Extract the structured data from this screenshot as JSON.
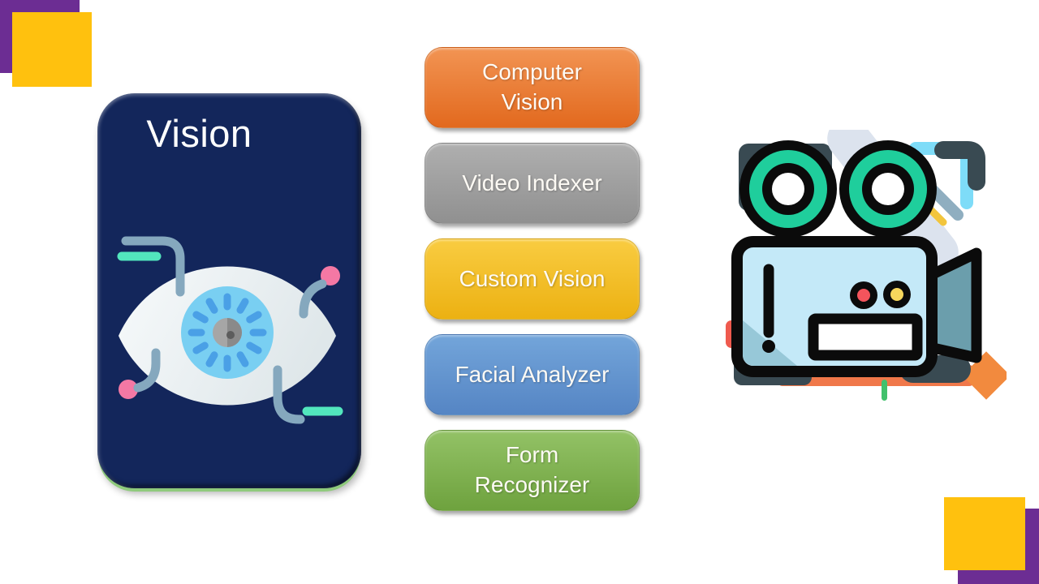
{
  "slide": {
    "background": "#FFFFFF",
    "corner_accents": {
      "purple": "#6C2D93",
      "yellow": "#FFC10E"
    }
  },
  "vision_card": {
    "title": "Vision",
    "background": "#13265B",
    "rim_color": "#8FCA7C",
    "title_color": "#FFFFFF"
  },
  "services": [
    {
      "label": "Computer\nVision",
      "color_top": "#F29453",
      "color_bottom": "#E2691E"
    },
    {
      "label": "Video Indexer",
      "color_top": "#AFAFAF",
      "color_bottom": "#909090"
    },
    {
      "label": "Custom Vision",
      "color_top": "#F9CC41",
      "color_bottom": "#ECB112"
    },
    {
      "label": "Facial Analyzer",
      "color_top": "#73A5DA",
      "color_bottom": "#5585C4"
    },
    {
      "label": "Form\nRecognizer",
      "color_top": "#93C266",
      "color_bottom": "#6EA23E"
    }
  ],
  "illustrations": {
    "eye_scan": {
      "name": "eye-scan-illustration",
      "colors": {
        "iris": "#79CFF2",
        "dashes": "#4AA0E6",
        "pupil": "#A6A6A6",
        "bracket": "#85A8BE",
        "mint": "#52E6BD",
        "pink": "#F478A4"
      }
    },
    "video_camera": {
      "name": "video-camera-illustration",
      "colors": {
        "outline": "#0B0B0B",
        "reel_green": "#1FCE9C",
        "body": "#C4E9F8",
        "lens": "#6B9EAC",
        "slate": "#394A52",
        "orange": "#F0784A",
        "sky": "#7EDCF8",
        "red_dot": "#F4545C",
        "yellow_dot": "#F6D75C"
      }
    }
  }
}
